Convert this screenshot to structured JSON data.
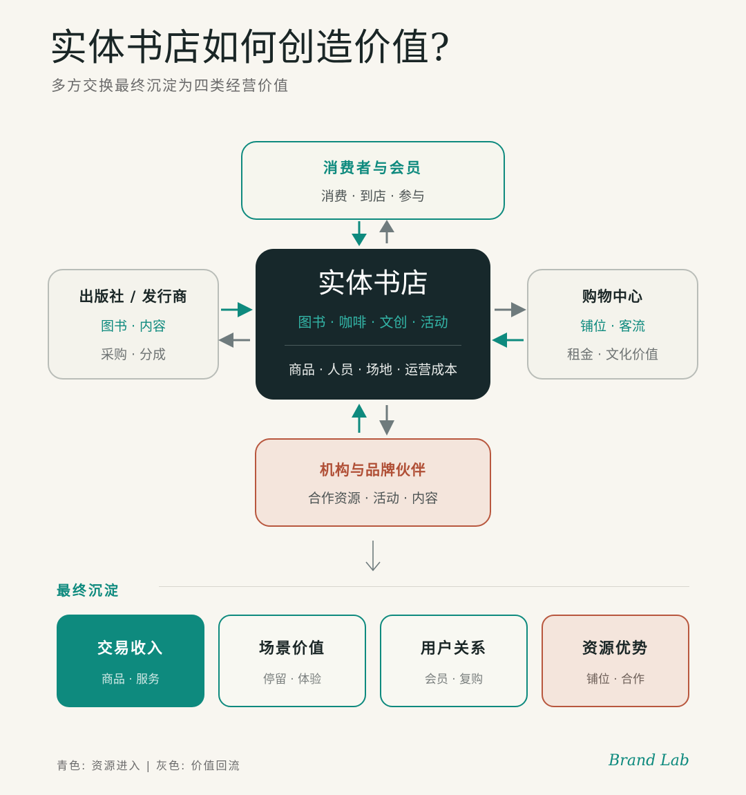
{
  "header": {
    "title": "实体书店如何创造价值?",
    "subtitle": "多方交换最终沉淀为四类经营价值"
  },
  "nodes": {
    "consumer": {
      "title": "消费者与会员",
      "line1": "消费 · 到店 · 参与"
    },
    "publisher": {
      "title": "出版社 / 发行商",
      "line1": "图书 · 内容",
      "line2": "采购 · 分成"
    },
    "mall": {
      "title": "购物中心",
      "line1": "铺位 · 客流",
      "line2": "租金 · 文化价值"
    },
    "center": {
      "title": "实体书店",
      "tags": "图书 · 咖啡 · 文创 · 活动",
      "costs": "商品 · 人员 · 场地 · 运营成本"
    },
    "partner": {
      "title": "机构与品牌伙伴",
      "line1": "合作资源 · 活动 · 内容"
    }
  },
  "outcome": {
    "label": "最终沉淀",
    "cards": [
      {
        "title": "交易收入",
        "sub": "商品 · 服务"
      },
      {
        "title": "场景价值",
        "sub": "停留 · 体验"
      },
      {
        "title": "用户关系",
        "sub": "会员 · 复购"
      },
      {
        "title": "资源优势",
        "sub": "铺位 · 合作"
      }
    ]
  },
  "footer": {
    "legend": "青色: 资源进入 | 灰色: 价值回流",
    "brand": "Brand Lab"
  },
  "colors": {
    "teal": "#0e8a7e",
    "gray": "#6f7b7d",
    "dark": "#17282b",
    "rust": "#b8573e",
    "background": "#f8f6f0"
  }
}
